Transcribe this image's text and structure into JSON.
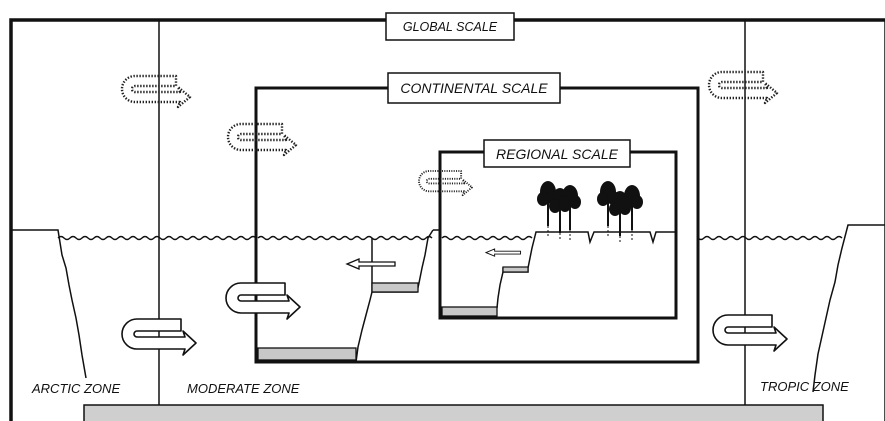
{
  "labels": {
    "global_scale": "GLOBAL SCALE",
    "continental_scale": "CONTINENTAL SCALE",
    "regional_scale": "REGIONAL SCALE",
    "arctic_zone": "ARCTIC ZONE",
    "moderate_zone": "MODERATE ZONE",
    "tropic_zone": "TROPIC ZONE"
  },
  "colors": {
    "line": "#111111",
    "sediment_fill": "#c8c8c8",
    "basement_fill": "#cfcfcf",
    "background": "#ffffff"
  },
  "icons": {
    "atmospheric_circulation": "dotted-u-turn-arrow-icon",
    "ocean_circulation": "u-turn-arrow-icon",
    "flow": "left-arrow-icon",
    "vegetation": "tree-icon",
    "sea_surface": "wavy-line"
  }
}
